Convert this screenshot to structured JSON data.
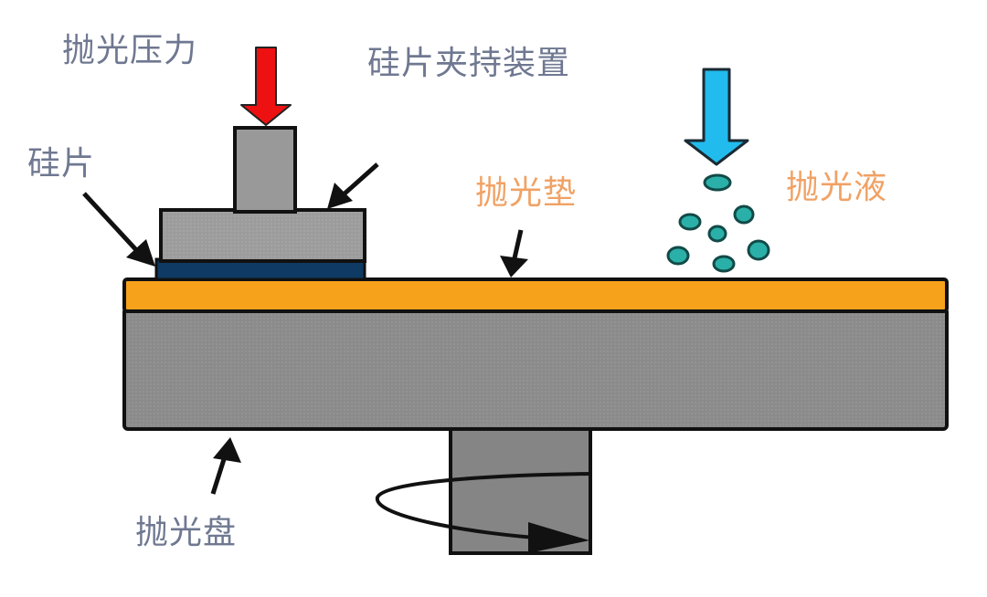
{
  "diagram": {
    "title": "CMP polishing schematic",
    "labels": {
      "polishing_pressure": "抛光压力",
      "wafer_holder": "硅片夹持装置",
      "wafer": "硅片",
      "polishing_pad": "抛光垫",
      "polishing_slurry": "抛光液",
      "polishing_platen": "抛光盘"
    },
    "colors": {
      "label_text": "#6f7891",
      "accent_label_text": "#f0a265",
      "pressure_arrow": "#ee1111",
      "slurry_arrow": "#22bbee",
      "slurry_droplet": "#2ab0a8",
      "polishing_pad": "#f7a21b",
      "wafer": "#0f3a63",
      "holder": "#9a9a9a",
      "platen": "#8a8a8a",
      "shaft": "#858585",
      "outline": "#111111"
    },
    "components": [
      "pressure-arrow",
      "holder-spindle",
      "holder-carrier",
      "wafer",
      "polishing-pad",
      "polishing-platen",
      "platen-shaft",
      "rotation-arrow",
      "slurry-arrow",
      "slurry-droplets"
    ],
    "rotation_direction": "counterclockwise (viewed from above)"
  }
}
